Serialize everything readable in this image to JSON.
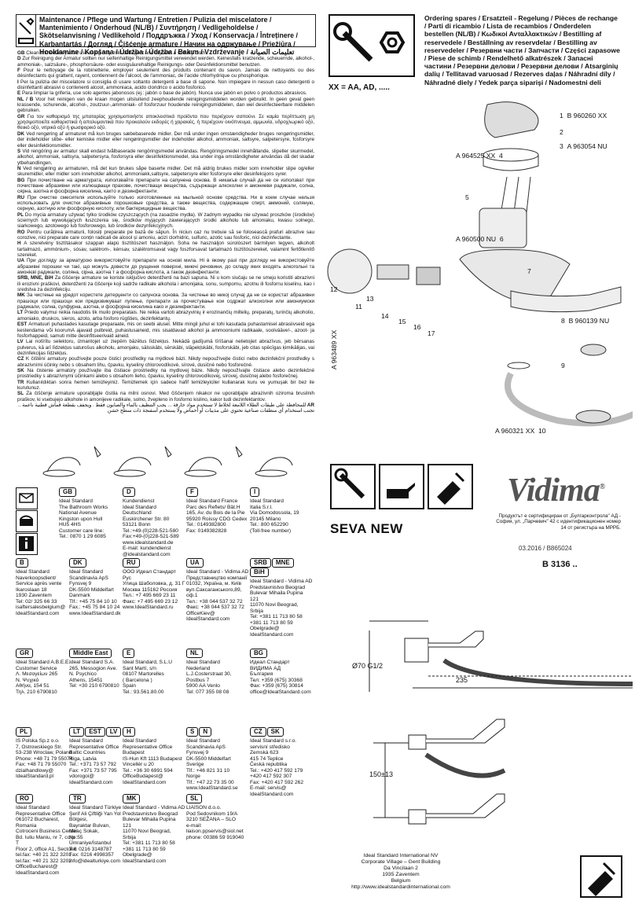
{
  "header": {
    "title": "Maintenance / Pflege und Wartung / Entretien / Pulizia del miscelatore / Mantenimiento / Onderhoud (NL/B) / Συντήρηση / Vedligeholdelse / Skötselanvisning / Vedlikehold / Поддръжка / Уход / Konservacja / Întreținere / Karbantartás / Догляд / Čišćenje armature / Начин на одржување / Priežiūra / Hooldamine / Kopšana / Údržba / Údržba / Bakım / Vzdrževanje / تعليمات الصيانة"
  },
  "maintenance": [
    {
      "code": "GB",
      "text": "Clean immediately after use using only mild detergent and dry with a soft dry cloth."
    },
    {
      "code": "D",
      "text": "Zur Reinigung der Armatur sollten nur seifenhaltige Reinigungsmittel verwendet werden. Keinesfalls kratzende, scheuernde, alkohol-, ammoniak-, salzsäure-, phosphorsäure- oder essigsäurehaltige Reinigungs- oder Desinfektionsmittel benutzen."
    },
    {
      "code": "F",
      "text": "Pour le nettoyage de la robinetterie, employer seulement des produits contenant du savon. Jamais de nettoyants ou des désinfectants qui grattent, rayent, contiennent de l'alcool, de l'ammoniac, de l'acide chlorhydrique ou phosphorique."
    },
    {
      "code": "I",
      "text": "Per la pulizia del miscelatore si consiglia di usare soltanto detergenti a base di sapone. Non impiegare in nessun caso detergenti o disinfettanti abrasivi o contenenti alcool, ammoniaca, acido cloridrico o acido fosforico."
    },
    {
      "code": "E",
      "text": "Para limpiar la grifería, use solo agentes jabonosos (ej.: jabón o base de jabón). Nunca use jabón en polvo o productos abrasivos."
    },
    {
      "code": "NL / B",
      "text": "Voor het reinigen van de kraan mogen uitsluitend zeephoudende reinigingsmiddelen worden gebruikt. In geen geval geen krassende, schurende, alcohol-, zoutzuur-,ammoniak- of fosforzuur houdende reinigingsmiddelen, dan wel desinfecteerbare middelen gebruiken."
    },
    {
      "code": "GR",
      "text": "Για τον καθαρισμό της μπαταρίας χρησιμοποιήστε αποκλειστικά προϊόντα που περιέχουν σαπούνι. Σε καμία περίπτωση μη χρησιμοποιείτε καθαριστικά ή απολυμαντικά που προκαλούν εκδορές ή χαρακιές, ή περιέχουν οινόπνευμα, αμμωνία, υδροχλωρικό οξύ, θειικό οξύ, νιτρικό οξύ ή φωσφορικό οξύ."
    },
    {
      "code": "DK",
      "text": "Ved rengøring af armaturet må kun bruges sæbebaserede midler. Der må under ingen omstændigheder bruges rengøringsmidler, der indeholder slibe- eller kemiske midler eller rengøringsmidler der indeholder alkohol, ammoniak, saltsyre, salpetersyre, fosforsyre eller desinfektionsmidler."
    },
    {
      "code": "S",
      "text": "Vid rengöring av armatur skall endast tvålbaserade rengöringsmedel användas. Rengöringsmedel innehållande, slipeller skurmedel, alkohol, ammoniak, saltsyra, salpetersyra, fosforsyra eller desinfektionsmedel, ska under inga omständigheter användas då det skadar ytbehandlingen."
    },
    {
      "code": "N",
      "text": "Ved rengjøring av armaturen, må det kun brukes såpe baserte midler. Det må aldrig brukes midler som inneholder slipe og/eller skuremidler, eller midler som inneholder alkohol, ammoniakk,saltsyre, salpetersyre eller fosforsyre eller desinfeksjons syrer."
    },
    {
      "code": "BG",
      "text": "При почистване на арматурата, използвайте препарати на сапунена основа. В никакъв случай да не се използват при почистване абразивни или излющващи прахове, почистващи вещества, съдържащи алкохолни и амониеви радикали, солна, сярна, азотна и фосфорна киселина, както и дезинфектанти."
    },
    {
      "code": "RU",
      "text": "При очистке смесителя используйте только изготовленные на мыльной основе средства. Ни в коем случае нельзя использовать для очистки абразивные порошковые средства, а также вещества, содержащие спирт, аммоний, соляную, серную, азотную или фосфорную кислоту, или бактерицидные вещества."
    },
    {
      "code": "PL",
      "text": "Do mycia armatury używać tylko środków czyszczących (na zasadzie mydła). W żadnym wypadku nie używać proszków (środków) ściernych lub wywołujących łuszczenia się, środków myjących zawierających środki alkoholu lub amoniaku, kwasu solnego, siarkowego, azotowego lub fosforowego, lub środków dezynfekcyjnych."
    },
    {
      "code": "RO",
      "text": "Pentru curățirea armaturii, folosiți preparate pe bază de săpun. În niciun caz nu trebuie să se folosească prafuri abrazive sau corozive, nici preparate care conțin radicali de alcool și amoniu, acizi clorhidric, sulfuric, azotic sau fosforic, nici dezinfectante."
    },
    {
      "code": "H",
      "text": "A szerelvény tisztításakor szappan alapú tisztítószert használjon. Soha ne használjon súrolószert bármilyen legyen, alkoholt tartalmazó, ammónium-, sósav, salétrom-, kénsav, szalétromsavat vagy foszforsavat tartalmazó tisztítószereket, valamint fertőtlenítő szereket."
    },
    {
      "code": "UA",
      "text": "При догляду за арматурою використовуйте препарати на основі мила. Ні в якому разі при догляду не використовуйте абразивні порошки чи такі, що можуть довести до рущення поверхні, миючі речовини, до складу яких входять алкогольні та амонієві радикали, соляна, сірна, азотна т а фосфорна кислота, а також дезінфектанти."
    },
    {
      "code": "SRB, MNE, BiH",
      "text": "Za čišćenje armature se koriste isključivo deterdženti na bazi sapuna. Ni u kom slučaju se ne smeju koristiti abrazivni ili erozivni praškovi, deterdženti za čišćenje koji sadrže radikale alkohola i amonijaka, sonu, sumpornu, azotnu ili fosfornu kiselinu, kao i sredstva za dezinfekciju."
    },
    {
      "code": "MK",
      "text": "За чистење на уредот користете детерџенти со сапунска основа. За чистење во никој случај да не се користат абразивни прашоци или прашоци кои предизвикуваат лупење, препарати за прочистување кои содржат алкохолни или амониумски радикали, солна, сулфурна, азотна, и фосфорна киселина како и дезинфектанти."
    },
    {
      "code": "LT",
      "text": "Priedo valymui reikia naudotis tik muilo preparatais. Ne reikia vartoti abrazyvinių ir erozinančių miltelių, preparatų, turinčių alkoholio, amoniako, druskos, sieros, azoto, arba fosforo rūgšties, dezinfektantų."
    },
    {
      "code": "EST",
      "text": "Armatuuri puhastades kasutage preparaate, mis on seebi alusel. Mitte mingil juhul ei tohi kasutada puhastamisel abrasiivseid ega kestendama või koorumA ajavaid pulbreid, puhastusaineid, mis sisaldavad alkohol ja ammooniumi radikaale, soolvääve!-, azoot- ja fosforhappeid, samuti mitte desinfitseerivaid aineid."
    },
    {
      "code": "LV",
      "text": "Lai notīrītu selektoru, izmantojet uz ziepēm bāzētus līdzekļus. Nekādā gadījumā tīrīšanai nelietojiet abrazīvus, jeb bērsanas pulverus, kā arī līdzekļus saturošus alkoholu, amonjaku, sālsskābi, sērskābi, slāpekļskābi, fosforskābi, jeb citas spēcīgas ķimikālijas, vai dezinfekcijas līdzekļus."
    },
    {
      "code": "CZ",
      "text": "K čištění armatury používejte pouze čisticí prostředky na mýdlové bázi. Nikdy nepoužívejte čisticí nebo dezinfekční prostředky s abrazivními účinky nebo s obsahem lihu, čpavku, kyseliny chlorovodíkové, sírové, dusičné nebo fosforečné."
    },
    {
      "code": "SK",
      "text": "Na čistenie armatúry používajte iba čistiace prostriedky na mydlovej báze. Nikdy nepoužívajte čistiace alebo dezinfekčné prostriedky s abrazívnymi účinkami alebo s obsahom lieho, čpavku, kyseliny chlorovodíkovej, sírovej, dusičnej alebo fosforečnej."
    },
    {
      "code": "TR",
      "text": "Kullanıldıktan sonra hemen temizleyiniz. Temizlemek için sadece hafif temizleyiciler kullanarak kuru ve yumuşak bir bez ile kurutunuz."
    },
    {
      "code": "SL",
      "text": "Za čiščenje armature uporabljajte čistila na milni osnovi. Med čiščenjem nikakor ne uporabljajte abrazivnih oziroma brusilnih praškov, ki vsebujejo alkohole in amonijeve radikale, solno, žvepleno in fosforno kislino, kakor tudi dezinfektantov."
    },
    {
      "code": "AR",
      "text": "للمحافظة على طبقات الطلاء اللامعة لخلاط لا تستخدم مواد حارقة ... يجب التنظيف بالماء والصابون فقط . ويجفف بقطعة قماش قطنية ناعمة .. تجنب استخدام أي منظفات صناعية تحتوي على مذيبات أو أحماض ولا يستخدم أسفنجة ذات سطح خشن"
    }
  ],
  "ordering": {
    "title": "Ordering spares / Ersatzteil - Regelung / Pièces de rechange / Parti di ricambio / Lista de recambios / Onderdelen bestellen (NL/B) / Κωδικοί Ανταλλακτικών / Bestilling af reservedele / Beställning av reservdelar / Bestilling av reservedeler / Резервни части / Запчасти / Części zapasowe / Piese de schimb / Rendelhető alkatrészek / Запасні частини / Резервни делови / Резервни делови / Atsarginių dalių / Tellitavad varuosad / Rezerves daļas / Náhradní díly / Náhradné diely / Yedek parça siparişi / Nadomestni deli"
  },
  "xx_note": "XX = AA, AD, .....",
  "parts": [
    {
      "num": "1",
      "code": "B 960260 XX"
    },
    {
      "num": "2",
      "code": ""
    },
    {
      "num": "3",
      "code": "A 963054 NU"
    },
    {
      "num": "4",
      "code": "A 964525 XX"
    },
    {
      "num": "5",
      "code": ""
    },
    {
      "num": "6",
      "code": "A 960500 NU"
    },
    {
      "num": "7",
      "code": ""
    },
    {
      "num": "8",
      "code": "B 960139 NU"
    },
    {
      "num": "9",
      "code": ""
    },
    {
      "num": "10",
      "code": "A 960321 XX"
    },
    {
      "num": "11",
      "code": ""
    },
    {
      "num": "12",
      "code": ""
    },
    {
      "num": "13",
      "code": ""
    },
    {
      "num": "14",
      "code": ""
    },
    {
      "num": "15",
      "code": ""
    },
    {
      "num": "16",
      "code": ""
    },
    {
      "num": "17",
      "code": ""
    }
  ],
  "vertical_code": "A 963489 XX",
  "brand": {
    "logo": "Vidima",
    "registered": "®",
    "cert": "Продуктът е сертифициран от „Булгарконтрола\" АД - София, ул. „Парчевич\" 42 с идентификационен номер 14 от регистъра на МРРБ.",
    "product": "SEVA NEW",
    "date": "03.2016 / B865024",
    "code": "B 3136 .."
  },
  "dims": {
    "d1": "Ø70",
    "d2": "G1/2",
    "d3": "235",
    "d4": "150±13"
  },
  "contacts": [
    {
      "flags": [
        "GB"
      ],
      "lines": [
        "Ideal Standard",
        "The Bathroom Works",
        "National Avenue",
        "Kingston upon Hull",
        "HU5 4HS",
        "Customer care line:",
        "Tel.: 0870 1 29 6085"
      ]
    },
    {
      "flags": [
        "D"
      ],
      "lines": [
        "Kundendienst",
        "Ideal Standard Deutschland",
        "Euskirchener Str. 80",
        "53121 Bonn",
        "Tel.:+49-(0)228-521-580",
        "Fax:+49-(0)228-521-589",
        "www.idealstandard.de",
        "E-mail: kundendienst",
        "@idealstandard.com"
      ]
    },
    {
      "flags": [
        "F"
      ],
      "lines": [
        "Ideal Standard France",
        "Parc des Reflets/ Bât.H",
        "165, Av. du Bois de la Pie",
        "95920 Roissy CDG Cedex",
        "Tel.: 0149382800",
        "Fax: 0149382828"
      ]
    },
    {
      "flags": [
        "I"
      ],
      "lines": [
        "Ideal Standard",
        "Italia S.r.l.",
        "Via Domodossola, 19",
        "20145 Milano",
        "Tel.: 800 652290",
        "(Toll-free number)"
      ]
    },
    {
      "flags": [
        "B"
      ],
      "lines": [
        "Ideal Standard",
        "Naverkoopsdient/",
        "Service après vente",
        "Ikaroslaan 18",
        "1930 Zaventem",
        "Tel: 02/ 325 66 33",
        "isaftersalesbelgium@",
        "IdealStandard.com"
      ]
    },
    {
      "flags": [
        "DK"
      ],
      "lines": [
        "Ideal Standard",
        "Scandinavia ApS",
        "Fynsvej 9",
        "DK-5500 Middelfart",
        "Danmark",
        "Tlf.:   +45 75 84 10 10",
        "Fax.:  +45 75 84 10 24",
        "www.IdealStandard.dk"
      ]
    },
    {
      "flags": [
        "RU"
      ],
      "lines": [
        "ООО Идеал Стандарт Рус",
        "Улица Шаболовка, д. 31 Г",
        "Москва 115162 Россия",
        "Тел.:  +7 495 669 23 11",
        "Факс:  +7 495 669 23 12",
        "www.IdealStandard.ru"
      ]
    },
    {
      "flags": [
        "UA"
      ],
      "lines": [
        "Ideal Standard - Vidima AD",
        "Представництво компанії",
        "01032, Україна, м. Київ",
        "вул.Саксаганського,89, оф.1",
        "Тел.: +38 044 537 32 72",
        "Факс: +38 044 537 32 72",
        "OfficeKiev@",
        "IdealStandard.com"
      ]
    },
    {
      "flags": [
        "SRB",
        "MNE",
        "BiH"
      ],
      "lines": [
        "Ideal Standard - Vidima AD",
        "Predstavnistvo Beograd",
        "Bulevar Mihaila Pupina 121",
        "11070 Novi Beograd, Srbija",
        "Tel:  +381 11 713 80 58",
        "       +381 11 713 80 59",
        "Obelgrade@",
        "IdealStandard.com"
      ]
    },
    {
      "flags": [
        "GR"
      ],
      "lines": [
        "Ideal Standard A.B.E.E.",
        "Customer Service",
        "Λ. Μεσογείων 265",
        "Ν. Ψυχικό",
        "Αθήνα, 154 51",
        "Τηλ. 210 6790810"
      ]
    },
    {
      "flags": [
        "Middle East"
      ],
      "lines": [
        "Ideal Standard S.A.",
        "265, Messogion Ave.",
        "N. Psychico",
        "Athens, 15451",
        "Tel: +30 210 6790810"
      ]
    },
    {
      "flags": [
        "E"
      ],
      "lines": [
        "Ideal Standard, S.L.U",
        "Sant Martí, s/n",
        "08107 Martorelles",
        "( Barcelona )",
        "Spain",
        "Tel.: 93.561.80.00"
      ]
    },
    {
      "flags": [
        "NL"
      ],
      "lines": [
        "Ideal Standard",
        "Nederland",
        "L.J.Costerstraat 30,",
        "Postbus 7",
        "5900 AA Venlo",
        "Tel: 077 355 08 08"
      ]
    },
    {
      "flags": [
        "BG"
      ],
      "lines": [
        "Идеал Стандарт",
        "ВИДИМА АД",
        "България",
        "Тел:  +359 (675) 30368",
        "Фах: +359 (675) 30814",
        "office@IdealStandard.com"
      ]
    },
    {
      "flags": [
        "PL"
      ],
      "lines": [
        "IS Polska Sp.z o.o.",
        "7, Ostrowskiego Str.",
        "53-238 Wroclaw, Poland",
        "Phone: +48 71 79 55074",
        "Fax:   +48 71 79 55070",
        "dzialhandlowy@",
        "IdealStandard.pl"
      ]
    },
    {
      "flags": [
        "LT",
        "EST",
        "LV"
      ],
      "lines": [
        "Ideal Standard",
        "Representative Office",
        "Baltic Countries",
        "Riga, Latvia",
        "Tel.:    +371 73 57 792",
        "Fax:    +371 73 57 795",
        "vdorogoi@",
        "IdealStandard.com"
      ]
    },
    {
      "flags": [
        "H"
      ],
      "lines": [
        "Ideal Standard",
        "Representative Office",
        "Budapest",
        "IS-Hun Kft   1113 Budapest",
        "Vincellér u 20",
        "Tel.:    +36 30 6991 594",
        "OfficeBudapest@",
        "IdealStandard.com"
      ]
    },
    {
      "flags": [
        "S",
        "N"
      ],
      "lines": [
        "Ideal Standard",
        "Scandinavia ApS",
        "Fynsvej 9",
        "DK-5500 Middelfart",
        "Sverige",
        "Tlf.:   +46 821 31 10",
        "Norge",
        "Tlf.:   +47 22 73 35 00",
        "www.IdealStandard.se"
      ]
    },
    {
      "flags": [
        "CZ",
        "SK"
      ],
      "lines": [
        "Ideal Standard s.r.o.",
        "servisní středisko",
        "Zemská 623",
        "415 74 Teplice",
        "Česká republika",
        "Tel.:    +420 417 592 179",
        "+420 417 592 307",
        "Fax:    +420 417 592 262",
        "E-mail: servis@",
        "IdealStandard.com"
      ]
    },
    {
      "flags": [
        "RO"
      ],
      "lines": [
        "Ideal Standard",
        "Representative Office",
        "061072 Bucharest, Romania",
        "Cotroceni Business Center",
        "Bd. Iuliu Maniu, nr 7, corp T",
        "Floor 2, office A1, Sector 6",
        "tel.fax: +40 21 322 3201",
        "tel.fax: +40 21 322 3202",
        "OfficeBucharest@",
        "IdealStandard.com"
      ]
    },
    {
      "flags": [
        "TR"
      ],
      "lines": [
        "Ideal Standard Türkiye",
        "Şerif Ali Çiftliği Yan Yol Bölgesi,",
        "Bayraktar Bulvarı,",
        "Miraç Sokak,",
        "No:55",
        "Ümraniye/İstanbul",
        "Tel: 0216 3148787",
        "Fax: 0216 4998357",
        "info@idealturkiye.com"
      ]
    },
    {
      "flags": [
        "MK"
      ],
      "lines": [
        "Ideal Standard - Vidima AD",
        "Predstavnistvo Beograd",
        "Bulevar Mihaila Pupina 121",
        "11070 Novi Beograd, Srbija",
        "Tel: +381 11 713 80 58",
        "       +381 11 713 80 59",
        "Obelgrade@",
        "IdealStandard.com"
      ]
    },
    {
      "flags": [
        "SL"
      ],
      "lines": [
        "LIAISON d.o.o.",
        "Pod Sedovnikom 19/A",
        "3210 SEŽANA – SLO",
        "e-mail: liaison.ppservis@siol.net",
        "phone: 00386 59 919040"
      ]
    }
  ],
  "footer": [
    "Ideal Standard International NV",
    "Corporate Village – Gent Building",
    "Da Vincilaan 2",
    "1935 Zaventem",
    "Belgium",
    "http://www.idealstandardinternational.com"
  ]
}
